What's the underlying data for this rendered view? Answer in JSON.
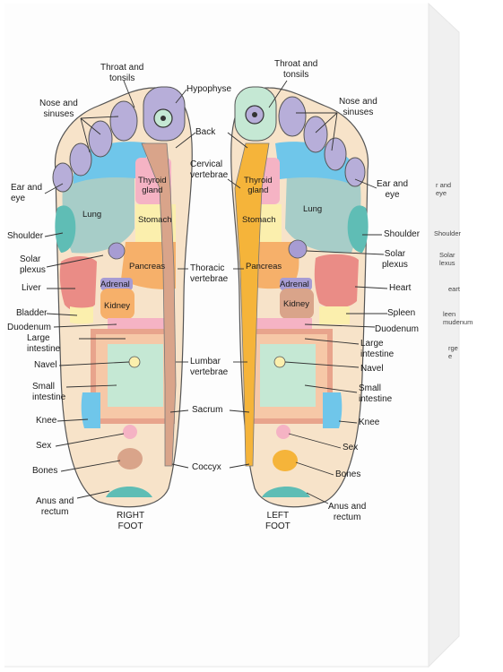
{
  "colors": {
    "canvas": "#fdfdfd",
    "edge": "#e6e6e6",
    "foot": "#f7e3c9",
    "outline": "#555555",
    "lung": "#a7cdc8",
    "teal": "#5fbdb5",
    "blue": "#6fc6ea",
    "pink": "#f5b3c4",
    "yellow": "#fbefad",
    "orange": "#f6b06a",
    "purple": "#a79cd3",
    "red": "#ea8c86",
    "spine": "#d9a48a",
    "spine_left": "#f5b43a",
    "green": "#c5e8d4",
    "toe": "#b7aed9"
  },
  "labels": {
    "throat": "Throat and\ntonsils",
    "hypophyse": "Hypophyse",
    "nose": "Nose and\nsinuses",
    "back": "Back",
    "cervical": "Cervical\nvertebrae",
    "ear": "Ear and\neye",
    "shoulder": "Shoulder",
    "solar": "Solar\nplexus",
    "liver": "Liver",
    "thoracic": "Thoracic\nvertebrae",
    "heart": "Heart",
    "bladder": "Bladder",
    "spleen": "Spleen",
    "duodenum": "Duodenum",
    "large_intestine": "Large\nintestine",
    "navel": "Navel",
    "lumbar": "Lumbar\nvertebrae",
    "small_intestine": "Small\nintestine",
    "knee": "Knee",
    "sacrum": "Sacrum",
    "sex": "Sex",
    "bones": "Bones",
    "coccyx": "Coccyx",
    "anus": "Anus and\nrectum",
    "right_foot": "RIGHT\nFOOT",
    "left_foot": "LEFT\nFOOT"
  },
  "zones": {
    "thyroid": "Thyroid\ngland",
    "lung": "Lung",
    "stomach": "Stomach",
    "pancreas": "Pancreas",
    "adrenal": "Adrenal",
    "kidney": "Kidney"
  },
  "side_text": [
    "r and\neye",
    "Shoulder",
    "Solar\nlexus",
    "eart",
    "leen\nmudenum",
    "rge\ne"
  ]
}
